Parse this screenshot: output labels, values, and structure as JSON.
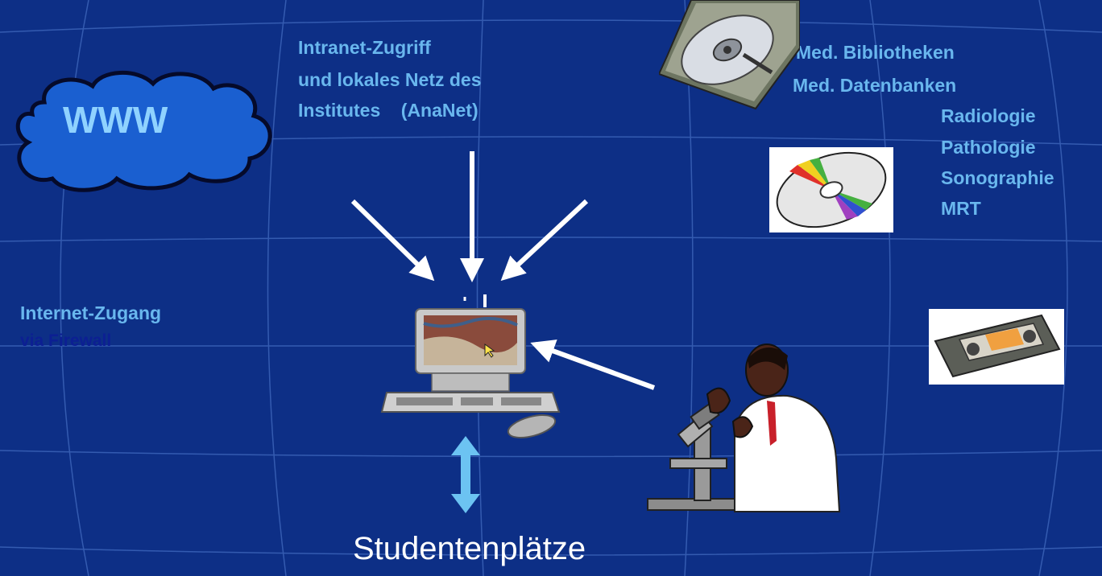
{
  "diagram": {
    "cloud_label": "WWW",
    "intranet": {
      "line1": "Intranet-Zugriff",
      "line2": "und lokales Netz des",
      "line3": "Institutes    (AnaNet)"
    },
    "internet": {
      "line1": "Internet-Zugang",
      "line2": "via Firewall"
    },
    "media": {
      "libraries": "Med. Bibliotheken",
      "databases": "Med. Datenbanken",
      "radiology": "Radiologie",
      "pathology": "Pathologie",
      "sonography": "Sonographie",
      "mrt": "MRT"
    },
    "bottom_label": "Studentenplätze",
    "colors": {
      "background": "#0d2f86",
      "accent_text": "#69b7ee",
      "dark_text": "#0c1f93",
      "cloud_fill": "#1a5fd0",
      "double_arrow": "#6cc3f2"
    }
  }
}
